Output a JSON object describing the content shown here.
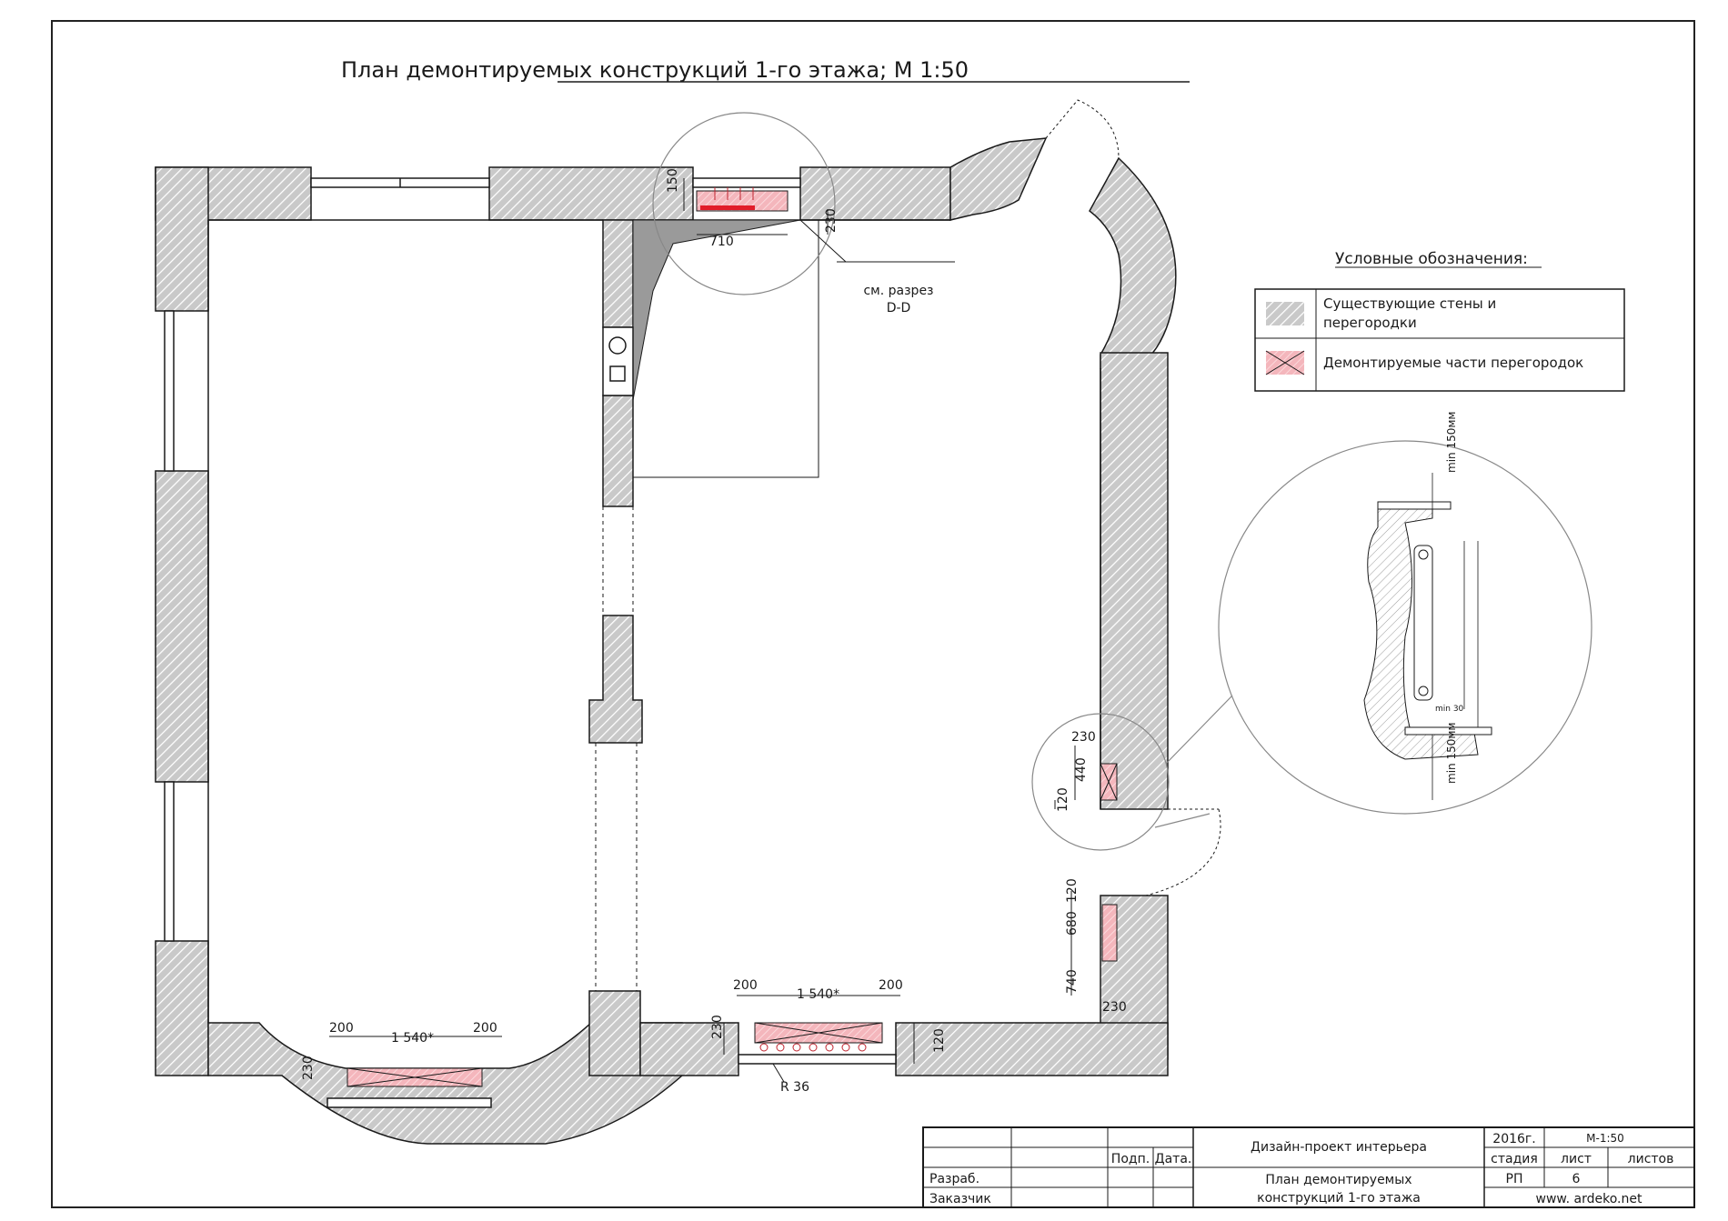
{
  "drawing": {
    "title": "План демонтируемых конструкций 1-го этажа; М 1:50",
    "section_ref": {
      "line1": "см. разрез",
      "line2": "D-D"
    },
    "dimensions": {
      "d150": "150",
      "d710": "710",
      "d230_top": "230",
      "d230_right": "230",
      "d440": "440",
      "d120_right": "120",
      "d120_b1": "120",
      "d680": "680",
      "d740": "740",
      "d230_b2": "230",
      "d200_a": "200",
      "d1540_a": "1 540*",
      "d200_b": "200",
      "d230_b": "230",
      "d200_c": "200",
      "d1540_b": "1 540*",
      "d200_d": "200",
      "d230_c": "230",
      "d120_c": "120",
      "r36": "R 36"
    },
    "detail": {
      "min_top": "min 150мм",
      "min_bottom": "min 150мм",
      "min30": "min 30"
    }
  },
  "legend": {
    "title": "Условные обозначения:",
    "items": [
      {
        "line1": "Существующие стены и",
        "line2": "перегородки"
      },
      {
        "line1": "Демонтируемые части перегородок",
        "line2": ""
      }
    ],
    "colors": {
      "existing": "#bfbfbf",
      "demolished": "#f4b6bc",
      "accent_red": "#e11d2a"
    }
  },
  "stamp": {
    "project": "Дизайн-проект интерьера",
    "year": "2016г.",
    "scale": "М-1:50",
    "col_podp": "Подп.",
    "col_data": "Дата.",
    "h_stage": "стадия",
    "h_sheet": "лист",
    "h_sheets": "листов",
    "stage": "РП",
    "sheet": "6",
    "sheets": "",
    "razrab": "Разраб.",
    "zakazchik": "Заказчик",
    "sheet_title_1": "План демонтируемых",
    "sheet_title_2": "конструкций 1-го этажа",
    "site": "www. ardeko.net"
  }
}
